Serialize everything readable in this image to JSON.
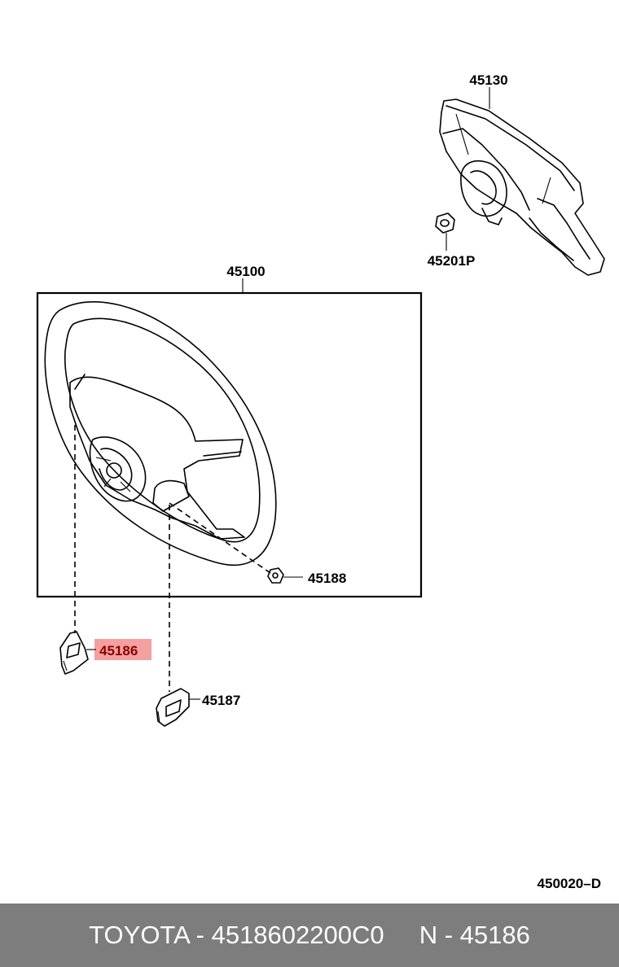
{
  "parts": {
    "p45130": "45130",
    "p45201p": "45201P",
    "p45100": "45100",
    "p45188": "45188",
    "p45186": "45186",
    "p45187": "45187"
  },
  "diagram_code": "450020–D",
  "highlight_color": "#f4a0a0",
  "footer": {
    "brand_part": "TOYOTA - 4518602200C0",
    "ref_part": "N - 45186"
  }
}
